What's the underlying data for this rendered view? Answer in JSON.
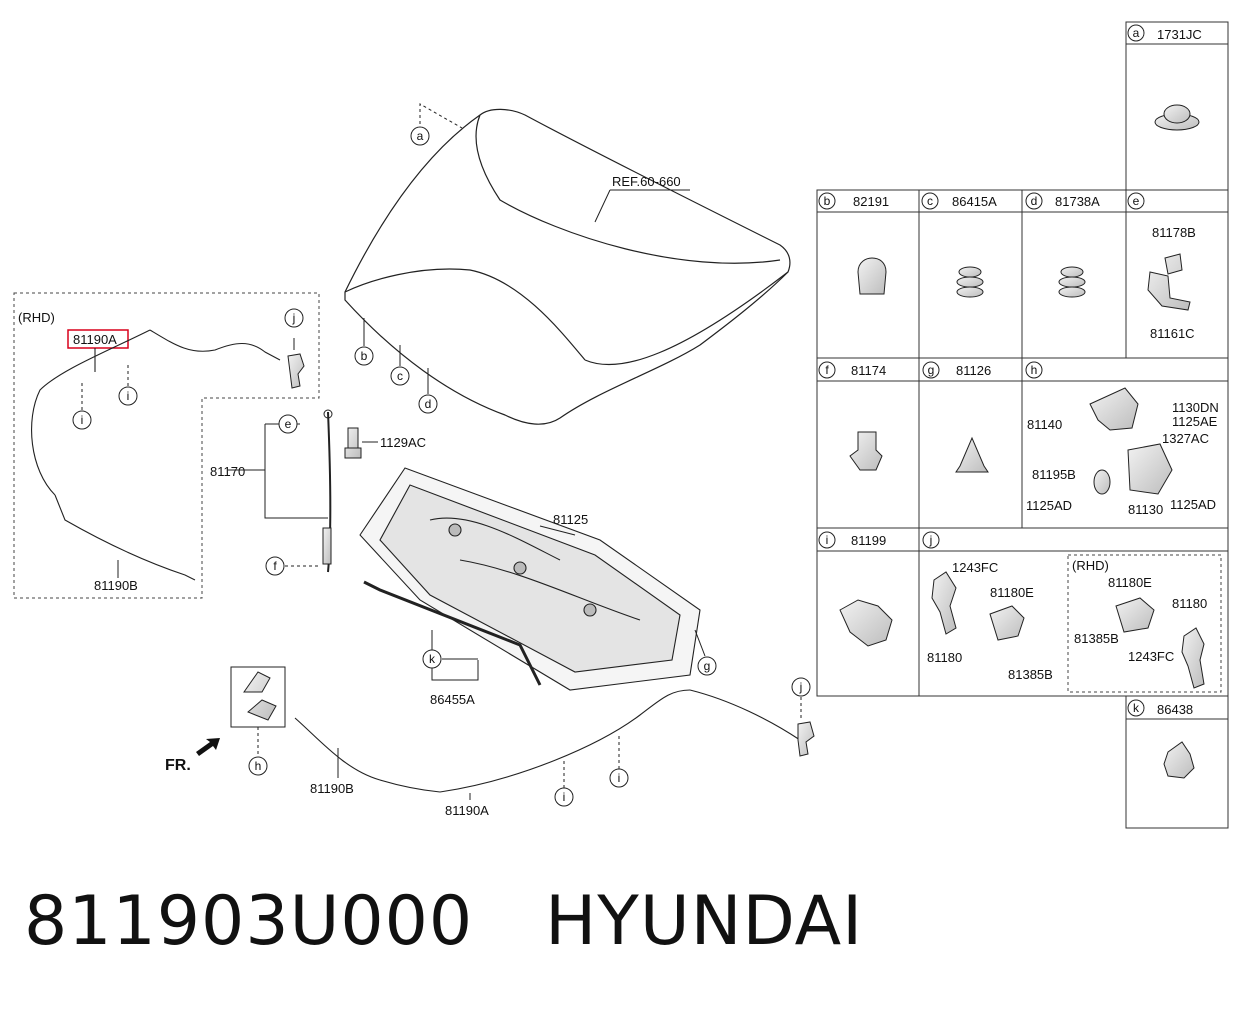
{
  "caption": {
    "part_number": "811903U000",
    "brand": "HYUNDAI"
  },
  "labels": {
    "ref": "REF.60-660",
    "rhd": "(RHD)",
    "rhd2": "(RHD)",
    "highlighted_part": "81190A",
    "p81190B_top": "81190B",
    "p81170": "81170",
    "p1129AC": "1129AC",
    "p81125": "81125",
    "p86455A": "86455A",
    "p81190B_bottom": "81190B",
    "p81190A_bottom": "81190A",
    "fr": "FR."
  },
  "callouts": [
    "a",
    "b",
    "c",
    "d",
    "e",
    "f",
    "g",
    "h",
    "i",
    "j",
    "k"
  ],
  "table": {
    "a": "1731JC",
    "b": "82191",
    "c": "86415A",
    "d": "81738A",
    "e_top": "81178B",
    "e_bottom": "81161C",
    "f": "81174",
    "g": "81126",
    "i": "81199",
    "k": "86438",
    "h": [
      "1130DN",
      "1125AE",
      "81140",
      "1327AC",
      "81195B",
      "1125AD",
      "81130",
      "1125AD"
    ],
    "j_left": [
      "1243FC",
      "81180E",
      "81180",
      "81385B"
    ],
    "j_right": [
      "81180E",
      "81180",
      "81385B",
      "1243FC"
    ]
  },
  "colors": {
    "highlight": "#d9001b",
    "line": "#222222"
  }
}
